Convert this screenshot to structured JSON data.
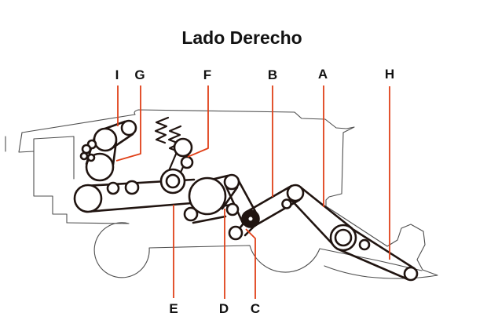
{
  "title": "Lado Derecho",
  "diagram": {
    "type": "technical-callout-diagram",
    "subject": "combine harvester right side belt drive layout"
  },
  "callouts": {
    "top": [
      {
        "letter": "I"
      },
      {
        "letter": "G"
      },
      {
        "letter": "F"
      },
      {
        "letter": "B"
      },
      {
        "letter": "A"
      },
      {
        "letter": "H"
      }
    ],
    "bottom": [
      {
        "letter": "E"
      },
      {
        "letter": "D"
      },
      {
        "letter": "C"
      }
    ]
  },
  "colors": {
    "leader_line": "#e04018",
    "mechanism": "#201410",
    "body_outline": "#4f4f4f",
    "label_text": "#121212",
    "background": "#ffffff"
  }
}
